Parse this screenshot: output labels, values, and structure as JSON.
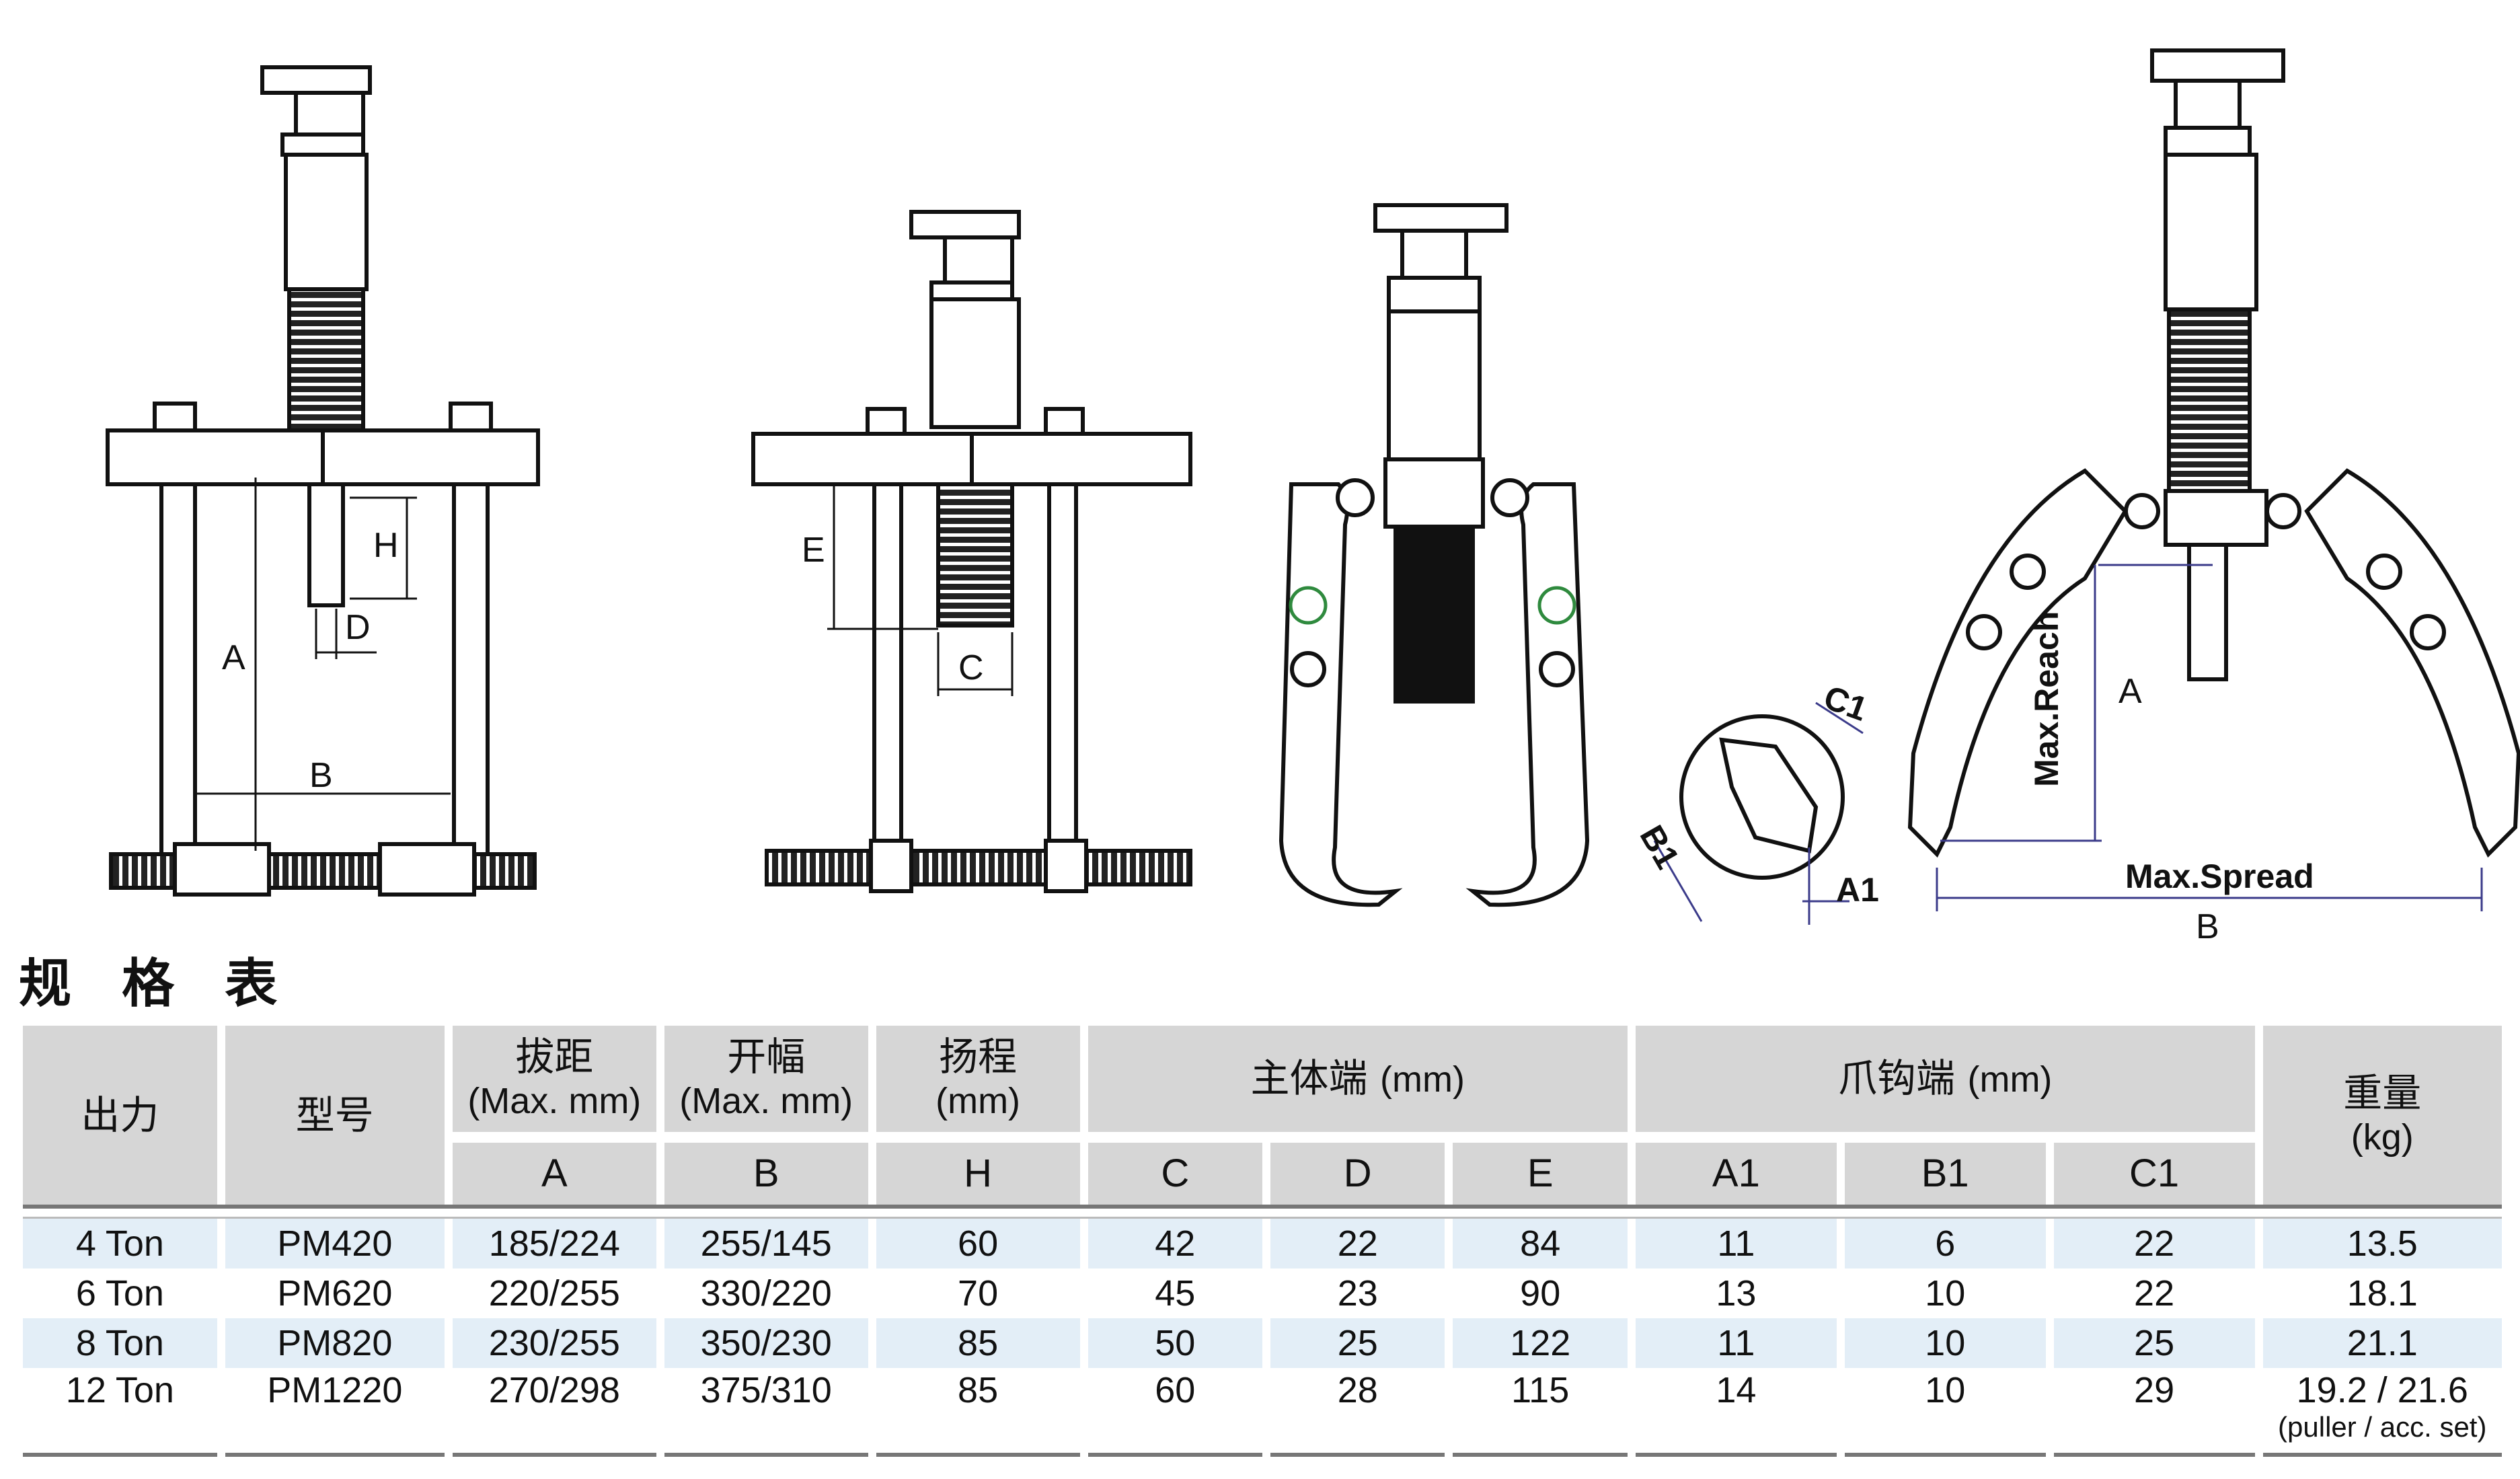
{
  "figure": {
    "labels_left": [
      "H",
      "D",
      "A",
      "B"
    ],
    "labels_mid": [
      "E",
      "C"
    ],
    "labels_detail": [
      "C1",
      "B1",
      "A1"
    ],
    "labels_right": [
      "Max.Reach",
      "A",
      "Max.Spread",
      "B"
    ]
  },
  "title": "规 格 表",
  "table": {
    "head": {
      "force": "出力",
      "model": "型号",
      "reach": {
        "label": "拔距",
        "unit": "(Max. mm)",
        "sub": "A"
      },
      "spread": {
        "label": "开幅",
        "unit": "(Max. mm)",
        "sub": "B"
      },
      "stroke": {
        "label": "扬程",
        "unit": "(mm)",
        "sub": "H"
      },
      "body": {
        "label": "主体端",
        "unit": "(mm)",
        "subs": [
          "C",
          "D",
          "E"
        ]
      },
      "claw": {
        "label": "爪钩端",
        "unit": "(mm)",
        "subs": [
          "A1",
          "B1",
          "C1"
        ]
      },
      "weight": {
        "label": "重量",
        "unit": "(kg)"
      }
    },
    "rows": [
      {
        "force": "4 Ton",
        "model": "PM420",
        "a": "185/224",
        "b": "255/145",
        "h": "60",
        "c": "42",
        "d": "22",
        "e": "84",
        "a1": "11",
        "b1": "6",
        "c1": "22",
        "w": "13.5"
      },
      {
        "force": "6 Ton",
        "model": "PM620",
        "a": "220/255",
        "b": "330/220",
        "h": "70",
        "c": "45",
        "d": "23",
        "e": "90",
        "a1": "13",
        "b1": "10",
        "c1": "22",
        "w": "18.1"
      },
      {
        "force": "8 Ton",
        "model": "PM820",
        "a": "230/255",
        "b": "350/230",
        "h": "85",
        "c": "50",
        "d": "25",
        "e": "122",
        "a1": "11",
        "b1": "10",
        "c1": "25",
        "w": "21.1"
      },
      {
        "force": "12 Ton",
        "model": "PM1220",
        "a": "270/298",
        "b": "375/310",
        "h": "85",
        "c": "60",
        "d": "28",
        "e": "115",
        "a1": "14",
        "b1": "10",
        "c1": "29",
        "w": "19.2 / 21.6",
        "note": "(puller / acc. set)"
      }
    ]
  },
  "colors": {
    "header_bg": "#d6d6d6",
    "row_shade": "#e3eef7",
    "dim_line": "#3b3b8a"
  }
}
